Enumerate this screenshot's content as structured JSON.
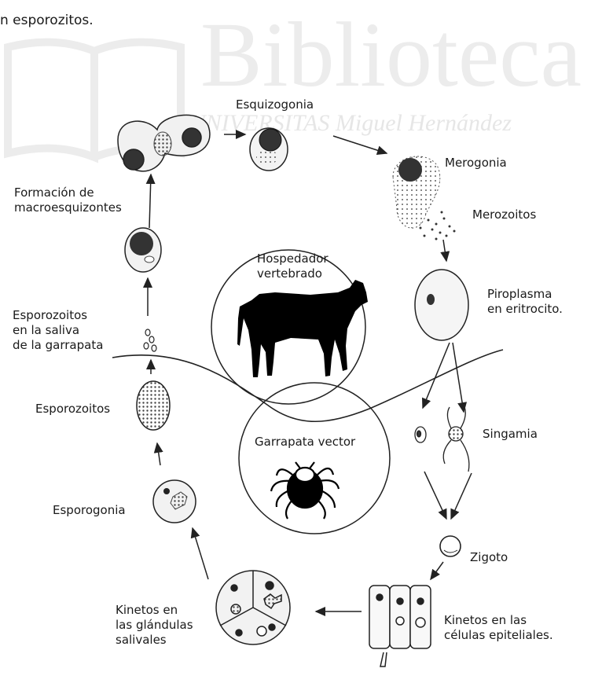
{
  "header_fragment": "n esporozitos.",
  "watermark": {
    "title": "Biblioteca",
    "subtitle": "UNIVERSITAS Miguel Hernández"
  },
  "labels": {
    "esquizogonia": "Esquizogonia",
    "merogonia": "Merogonia",
    "merozoitos": "Merozoitos",
    "piroplasma": "Piroplasma\nen eritrocito.",
    "singamia": "Singamia",
    "zigoto": "Zigoto",
    "kinetos_epiteliales": "Kinetos en las\ncélulas epiteliales.",
    "kinetos_glandulas": "Kinetos en\nlas glándulas\nsalivales",
    "esporogonia": "Esporogonia",
    "esporozoitos": "Esporozoitos",
    "esporozoitos_saliva": "Esporozoitos\nen la saliva\nde la garrapata",
    "macroesquizontes": "Formación de\nmacroesquizontes",
    "hospedador": "Hospedador\nvertebrado",
    "garrapata": "Garrapata vector"
  }
}
